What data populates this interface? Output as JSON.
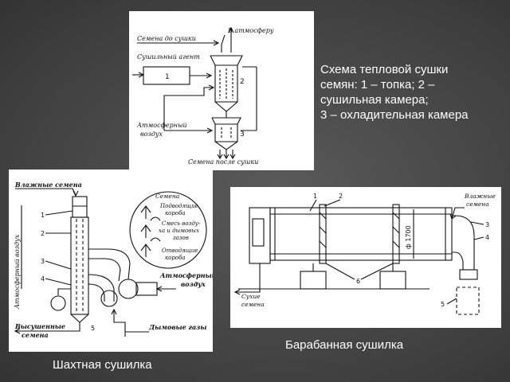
{
  "slide": {
    "caption_main": "Схема тепловой сушки\nсемян: 1 – топка; 2 –\nсушильная камера;\n3 – охладительная камера",
    "caption_shaft": "Шахтная сушилка",
    "caption_drum": "Барабанная сушилка"
  },
  "scheme": {
    "seeds_in": "Семена до сушки",
    "drying_agent": "Сушильный агент",
    "atmosphere": "В атмосферу",
    "atm_air_line1": "Атмосферный",
    "atm_air_line2": "воздух",
    "seeds_out": "Семена после сушки",
    "n1": "1",
    "n2": "2",
    "n3": "3"
  },
  "shaft": {
    "wet_seeds": "Влажные семена",
    "atm_air_vertical": "Атмосферный воздух",
    "atm_air_right_line1": "Атмосферный",
    "atm_air_right_line2": "воздух",
    "dried_line1": "Высушенные",
    "dried_line2": "семена",
    "flue_gas": "Дымовые газы",
    "circle_seeds": "Семена",
    "supply_line1": "Подводящие",
    "supply_line2": "короба",
    "mixture_line1": "Смесь возду-",
    "mixture_line2": "ха и дымовых",
    "mixture_line3": "газов",
    "exhaust_line1": "Отводящие",
    "exhaust_line2": "короба",
    "n1": "1",
    "n2": "2",
    "n3": "3",
    "n4": "4",
    "n5": "5"
  },
  "drum": {
    "wet_line1": "Влажные",
    "wet_line2": "семена",
    "dry_line1": "Сухие",
    "dry_line2": "семена",
    "diameter": "ф 1700",
    "n1": "1",
    "n2": "2",
    "n3": "3",
    "n4": "4",
    "n5": "5",
    "n6": "6"
  }
}
